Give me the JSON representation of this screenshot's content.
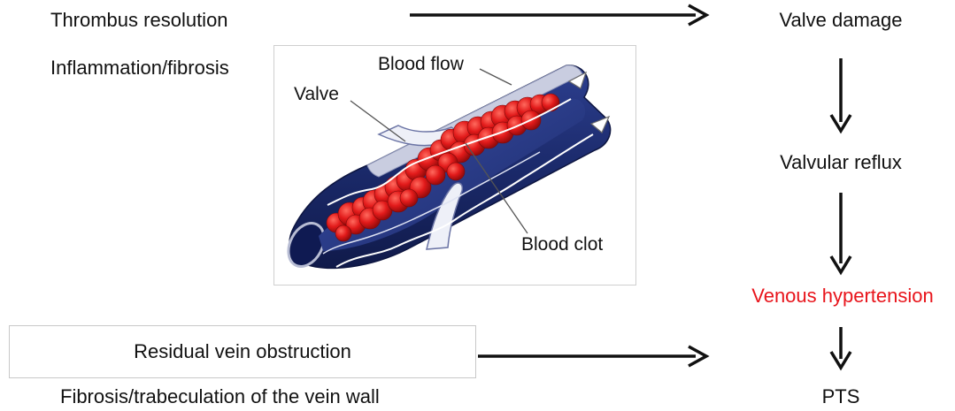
{
  "left_labels": {
    "thrombus_resolution": "Thrombus resolution",
    "inflammation_fibrosis": "Inflammation/fibrosis",
    "residual_vein_obstruction": "Residual vein obstruction",
    "fibrosis_trabeculation": "Fibrosis/trabeculation of the vein wall"
  },
  "illustration": {
    "blood_flow": "Blood flow",
    "valve": "Valve",
    "blood_clot": "Blood clot"
  },
  "flow": {
    "valve_damage": "Valve damage",
    "valvular_reflux": "Valvular reflux",
    "venous_hypertension": "Venous hypertension",
    "pts": "PTS"
  },
  "colors": {
    "highlight": "#e8141b",
    "vein_dark": "#1b2a6b",
    "clot": "#e21a1a"
  }
}
